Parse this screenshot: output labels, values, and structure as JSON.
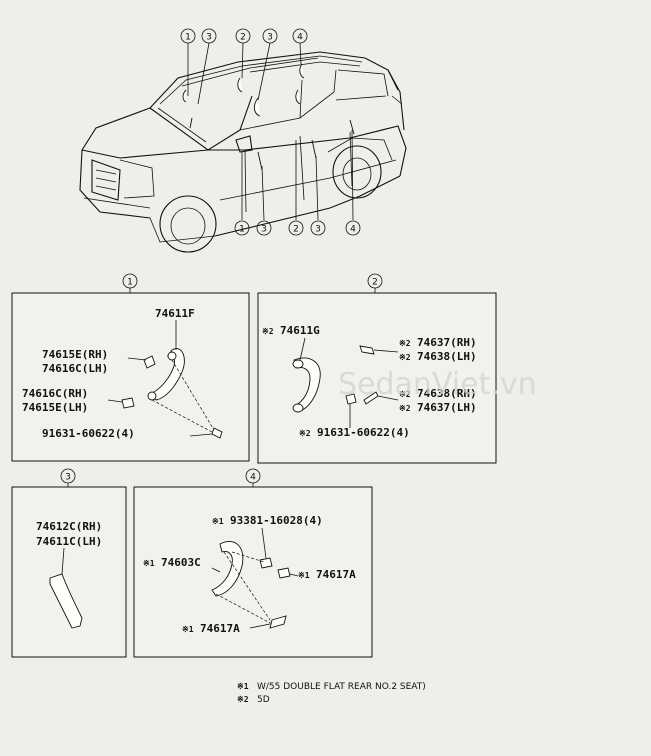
{
  "watermark": "SedanViet.vn",
  "car": {
    "callouts_top": [
      "1",
      "3",
      "2",
      "3",
      "4"
    ],
    "callouts_bottom": [
      "1",
      "3",
      "2",
      "3",
      "4"
    ]
  },
  "panels": [
    {
      "id": "1",
      "parts": {
        "p1": "74611F",
        "p2a": "74615E(RH)",
        "p2b": "74616C(LH)",
        "p3a": "74616C(RH)",
        "p3b": "74615E(LH)",
        "p4": "91631-60622(4)"
      }
    },
    {
      "id": "2",
      "parts": {
        "p1": "74611G",
        "p2a": "74637(RH)",
        "p2b": "74638(LH)",
        "p3a": "74638(RH)",
        "p3b": "74637(LH)",
        "p4": "91631-60622(4)"
      }
    },
    {
      "id": "3",
      "parts": {
        "p1a": "74612C(RH)",
        "p1b": "74611C(LH)"
      }
    },
    {
      "id": "4",
      "parts": {
        "p1": "93381-16028(4)",
        "p2": "74603C",
        "p3": "74617A",
        "p4": "74617A"
      }
    }
  ],
  "marks": {
    "m1": "※1",
    "m2": "※2"
  },
  "notes": [
    {
      "mark": "※1",
      "text": "W/55 DOUBLE FLAT REAR NO.2 SEAT)"
    },
    {
      "mark": "※2",
      "text": "5D"
    }
  ]
}
